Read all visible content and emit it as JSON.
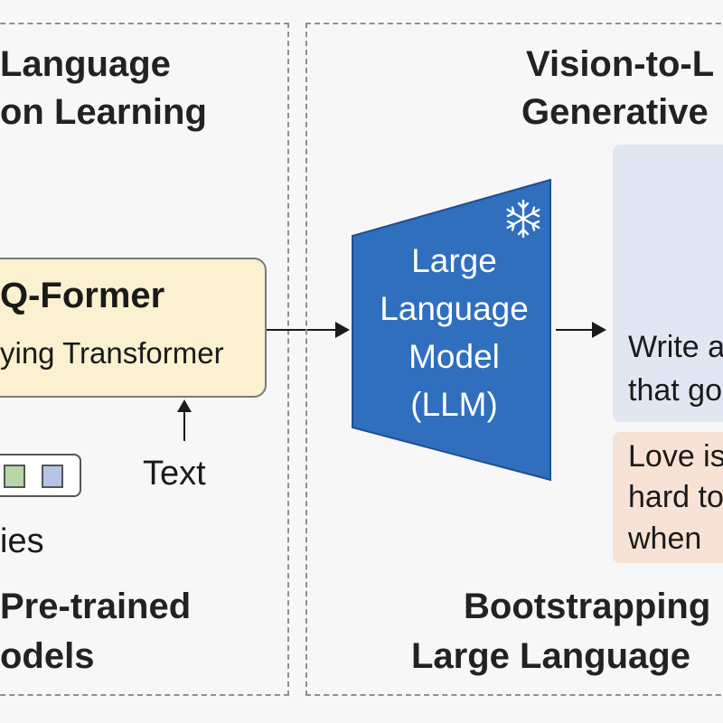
{
  "left_panel": {
    "title_line1": "Language",
    "title_line2": "on Learning",
    "qformer_title": "Q-Former",
    "qformer_subtitle": "ying Transformer",
    "text_label": "Text",
    "queries_label": "ies",
    "bottom_line1": "Pre-trained",
    "bottom_line2": "odels"
  },
  "right_panel": {
    "title_line1": "Vision-to-L",
    "title_line2": "Generative",
    "llm_line1": "Large",
    "llm_line2": "Language",
    "llm_line3": "Model",
    "llm_line4": "(LLM)",
    "prompt_line1": "Write a",
    "prompt_line2": "that go",
    "output_line1": "Love is",
    "output_line2": "hard to",
    "output_line3": "when",
    "bottom_line1": "Bootstrapping",
    "bottom_line2": "Large Language"
  },
  "icons": {
    "frozen": "snowflake-icon"
  },
  "colors": {
    "llm_fill": "#2f6fbd",
    "qformer_fill": "#fbf0cf",
    "prompt_card": "#e1e7f2",
    "output_card": "#f7e3d5",
    "token_green": "#b6d7a8",
    "token_blue": "#b4c6e7"
  }
}
